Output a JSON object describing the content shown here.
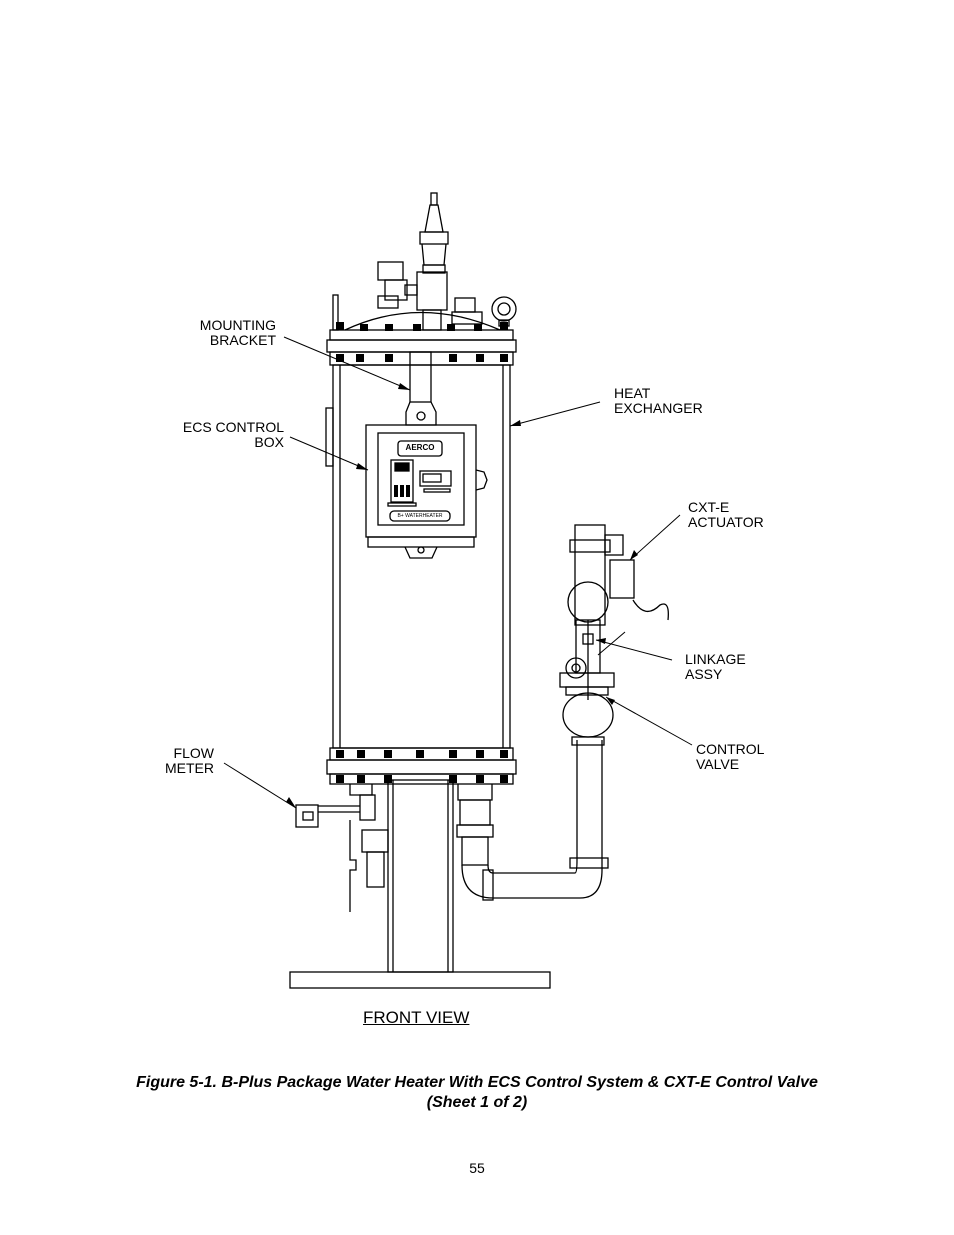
{
  "labels": {
    "mounting_bracket": [
      "MOUNTING",
      "BRACKET"
    ],
    "ecs_control_box": [
      "ECS CONTROL",
      "BOX"
    ],
    "heat_exchanger": [
      "HEAT",
      "EXCHANGER"
    ],
    "cxte_actuator": [
      "CXT-E",
      "ACTUATOR"
    ],
    "linkage_assy": [
      "LINKAGE",
      "ASSY"
    ],
    "control_valve": [
      "CONTROL",
      "VALVE"
    ],
    "flow_meter": [
      "FLOW",
      "METER"
    ]
  },
  "panel": {
    "logo": "AERCO",
    "badge": "B+ WATERHEATER"
  },
  "view_title": "FRONT VIEW",
  "caption": {
    "line1": "Figure 5-1.  B-Plus Package Water Heater With ECS Control System & CXT-E Control Valve",
    "line2": "(Sheet 1 of 2)"
  },
  "page_number": "55"
}
